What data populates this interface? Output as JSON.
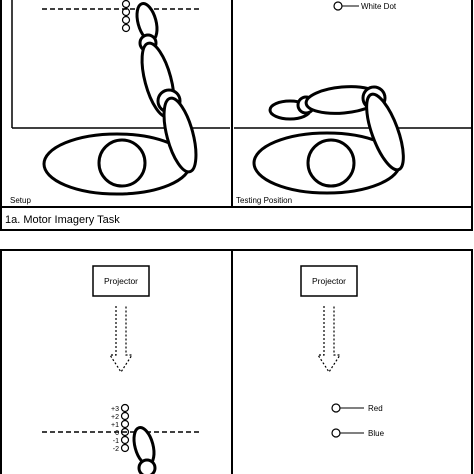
{
  "panel_a": {
    "white_dot_label": "White Dot",
    "setup_label": "Setup",
    "testing_label": "Testing Position",
    "caption": "1a. Motor Imagery Task"
  },
  "panel_b": {
    "projector_left": "Projector",
    "projector_right": "Projector",
    "scale_labels": [
      "+3",
      "+2",
      "+1",
      "0",
      "-1",
      "-2"
    ],
    "red_label": "Red",
    "blue_label": "Blue"
  }
}
